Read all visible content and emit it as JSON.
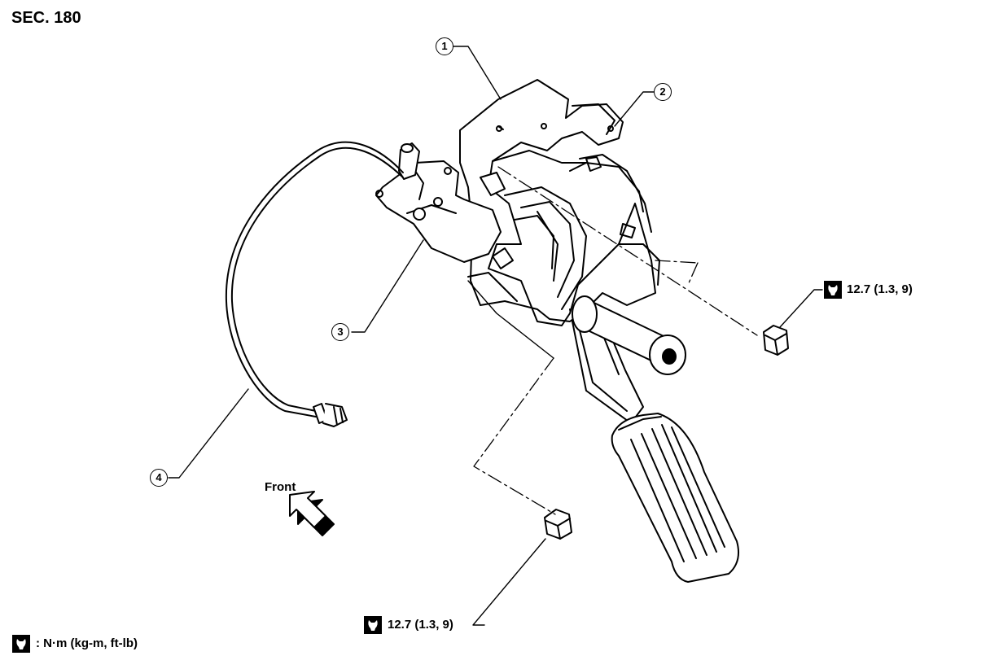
{
  "section_label": "SEC. 180",
  "callouts": [
    "1",
    "2",
    "3",
    "4"
  ],
  "torque_upper": "12.7 (1.3, 9)",
  "torque_lower": "12.7 (1.3, 9)",
  "front_label": "Front",
  "legend_text": ": N·m (kg-m, ft-lb)",
  "icons": {
    "torque": "torque-wrench-icon",
    "direction": "front-arrow-icon"
  },
  "colors": {
    "line": "#000000",
    "background": "#ffffff"
  }
}
